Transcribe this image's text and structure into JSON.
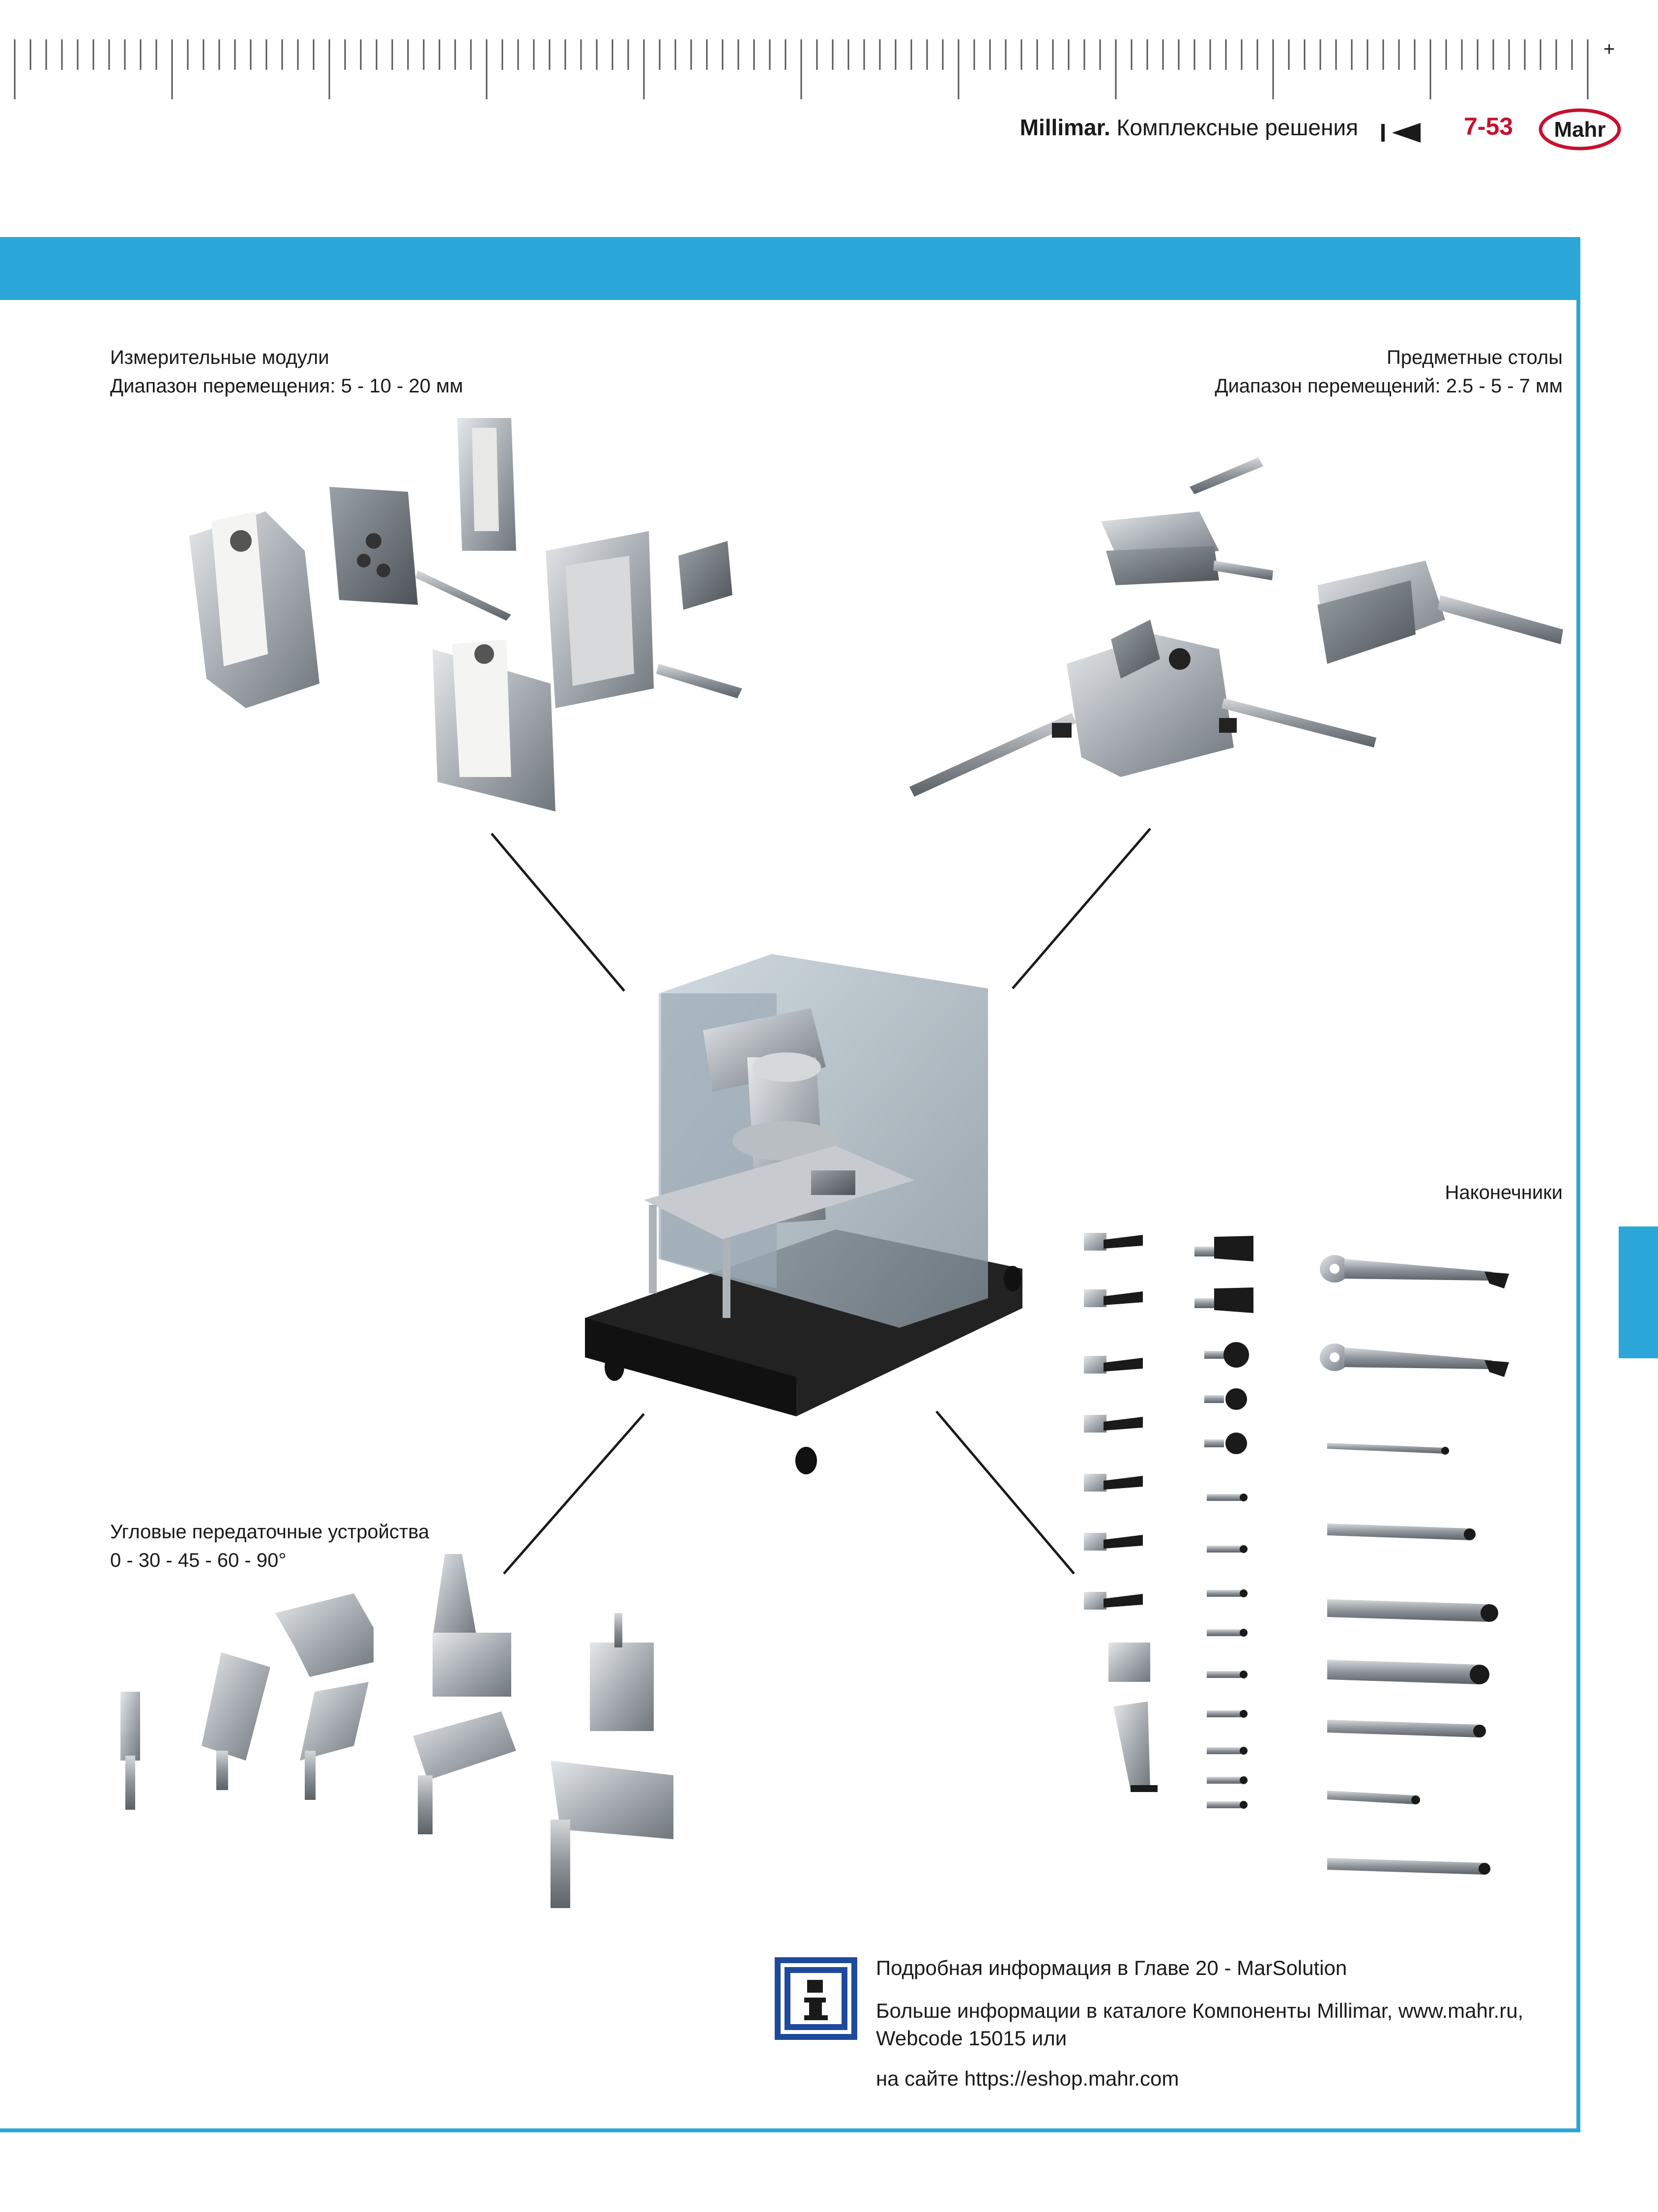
{
  "header": {
    "brand": "Millimar.",
    "subtitle": "Комплексные решения",
    "page_number": "7-53",
    "logo_text": "Mahr",
    "corner_mark": "+"
  },
  "sections": {
    "modules": {
      "title": "Измерительные модули",
      "range": "Диапазон перемещения: 5 - 10 - 20 мм"
    },
    "tables": {
      "title": "Предметные столы",
      "range": "Диапазон перемещений: 2.5 - 5 - 7 мм"
    },
    "angular": {
      "title": "Угловые передаточные устройства",
      "range": "0 - 30 - 45 - 60 - 90°"
    },
    "tips": {
      "title": "Наконечники"
    }
  },
  "info": {
    "line1": "Подробная информация в Главе 20 - MarSolution",
    "line2": "Больше информации в каталоге Компоненты Millimar, www.mahr.ru,",
    "line3": "Webcode 15015 или",
    "line4": "на сайте https://eshop.mahr.com",
    "icon": "info-icon"
  },
  "colors": {
    "accent_blue": "#2aa7d8",
    "page_number_red": "#c8102e",
    "info_icon_blue": "#1f4a9c"
  }
}
